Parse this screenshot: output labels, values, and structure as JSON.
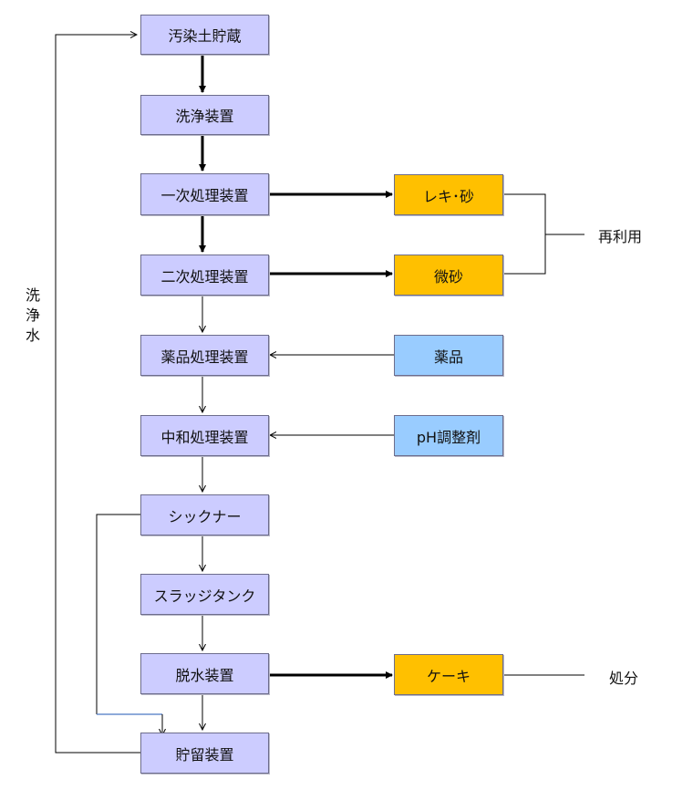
{
  "nodes": {
    "storage_contaminated_soil": "汚染土貯蔵",
    "washing_unit": "洗浄装置",
    "primary_treatment": "一次処理装置",
    "secondary_treatment": "二次処理装置",
    "chemical_treatment": "薬品処理装置",
    "neutralization": "中和処理装置",
    "thickener": "シックナー",
    "sludge_tank": "スラッジタンク",
    "dewatering": "脱水装置",
    "retention_unit": "貯留装置",
    "gravel_sand": "レキ･砂",
    "fine_sand": "微砂",
    "chemicals": "薬品",
    "ph_adjuster": "pH調整剤",
    "cake": "ケーキ"
  },
  "labels": {
    "reuse": "再利用",
    "disposal": "処分",
    "wash_water_chars": [
      "洗",
      "浄",
      "水"
    ]
  },
  "colors": {
    "process": "#ccccff",
    "output": "#ffc000",
    "input": "#99ccff",
    "line": "#000000",
    "blue_line": "#4a78c4"
  }
}
